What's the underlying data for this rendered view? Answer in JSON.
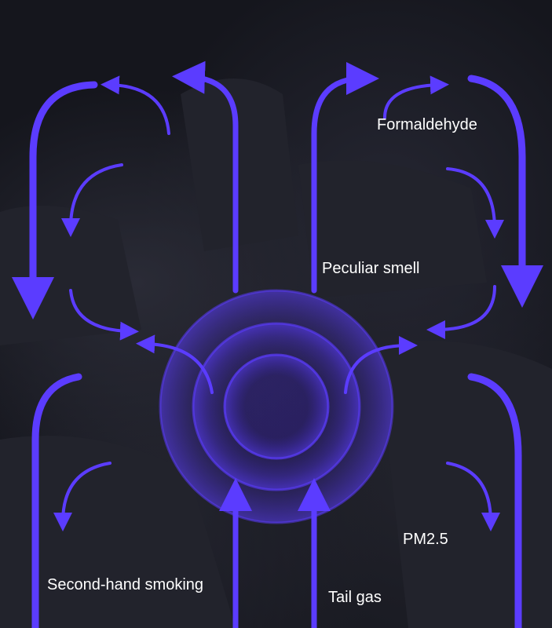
{
  "labels": {
    "formaldehyde": "Formaldehyde",
    "peculiar_smell": "Peculiar smell",
    "pm25": "PM2.5",
    "second_hand_smoking": "Second-hand smoking",
    "tail_gas": "Tail gas"
  },
  "colors": {
    "arrow": "#5b3cff",
    "circle": "#4a2fd6",
    "background": "#15161d"
  }
}
